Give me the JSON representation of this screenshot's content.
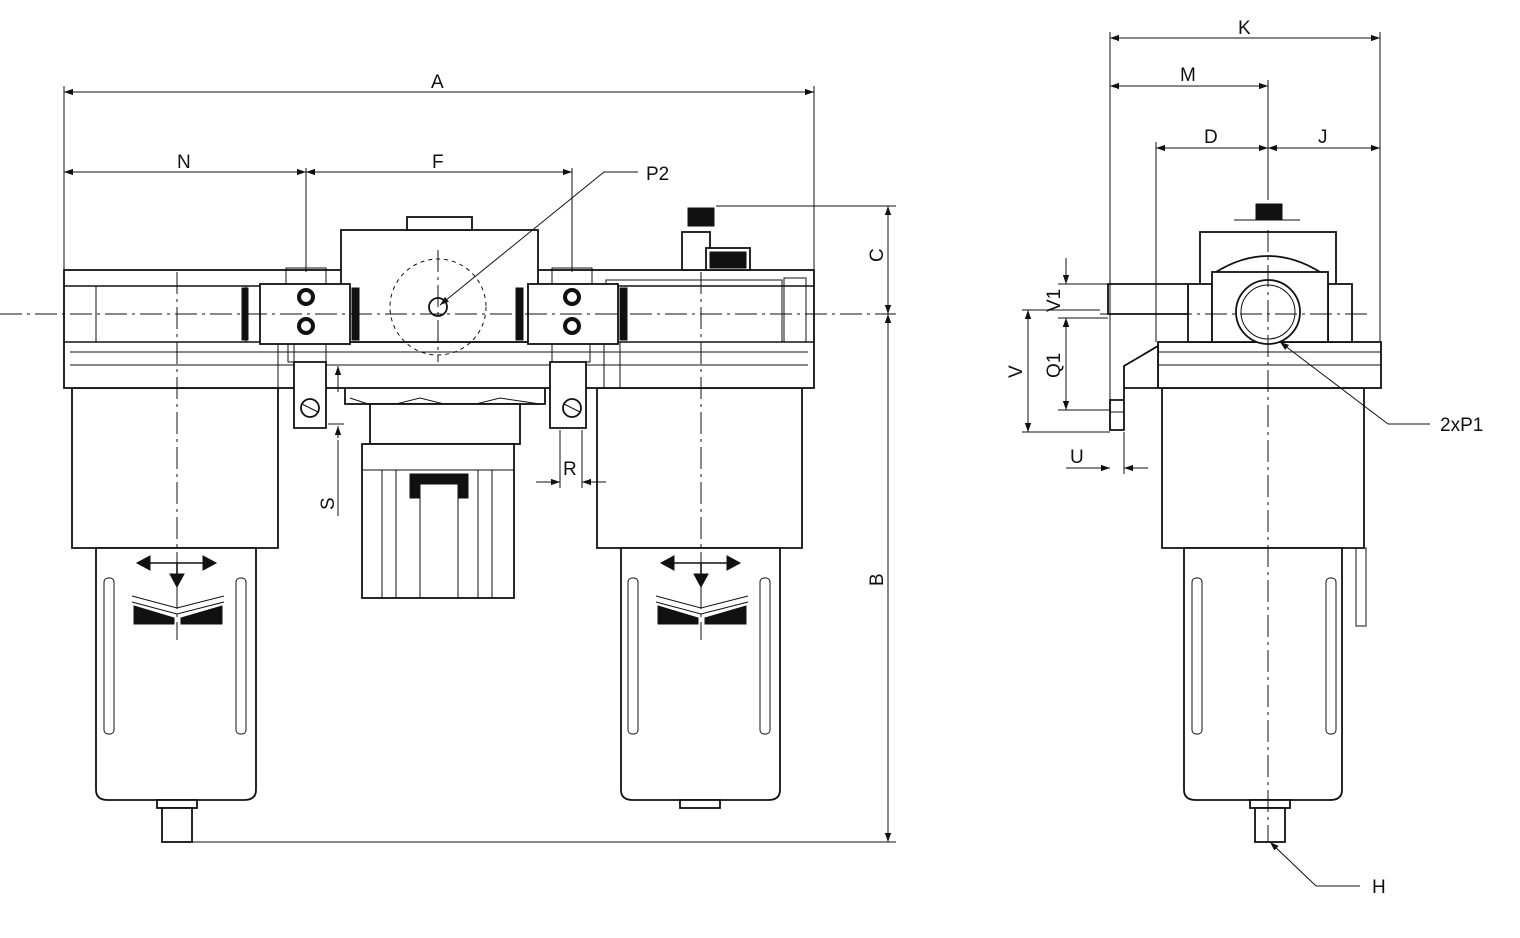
{
  "labels": {
    "A": "A",
    "B": "B",
    "C": "C",
    "D": "D",
    "F": "F",
    "H": "H",
    "J": "J",
    "K": "K",
    "M": "M",
    "N": "N",
    "P2": "P2",
    "Q1": "Q1",
    "R": "R",
    "S": "S",
    "U": "U",
    "V": "V",
    "V1": "V1",
    "P1": "2xP1"
  },
  "colors": {
    "line": "#111111",
    "background": "#ffffff"
  }
}
